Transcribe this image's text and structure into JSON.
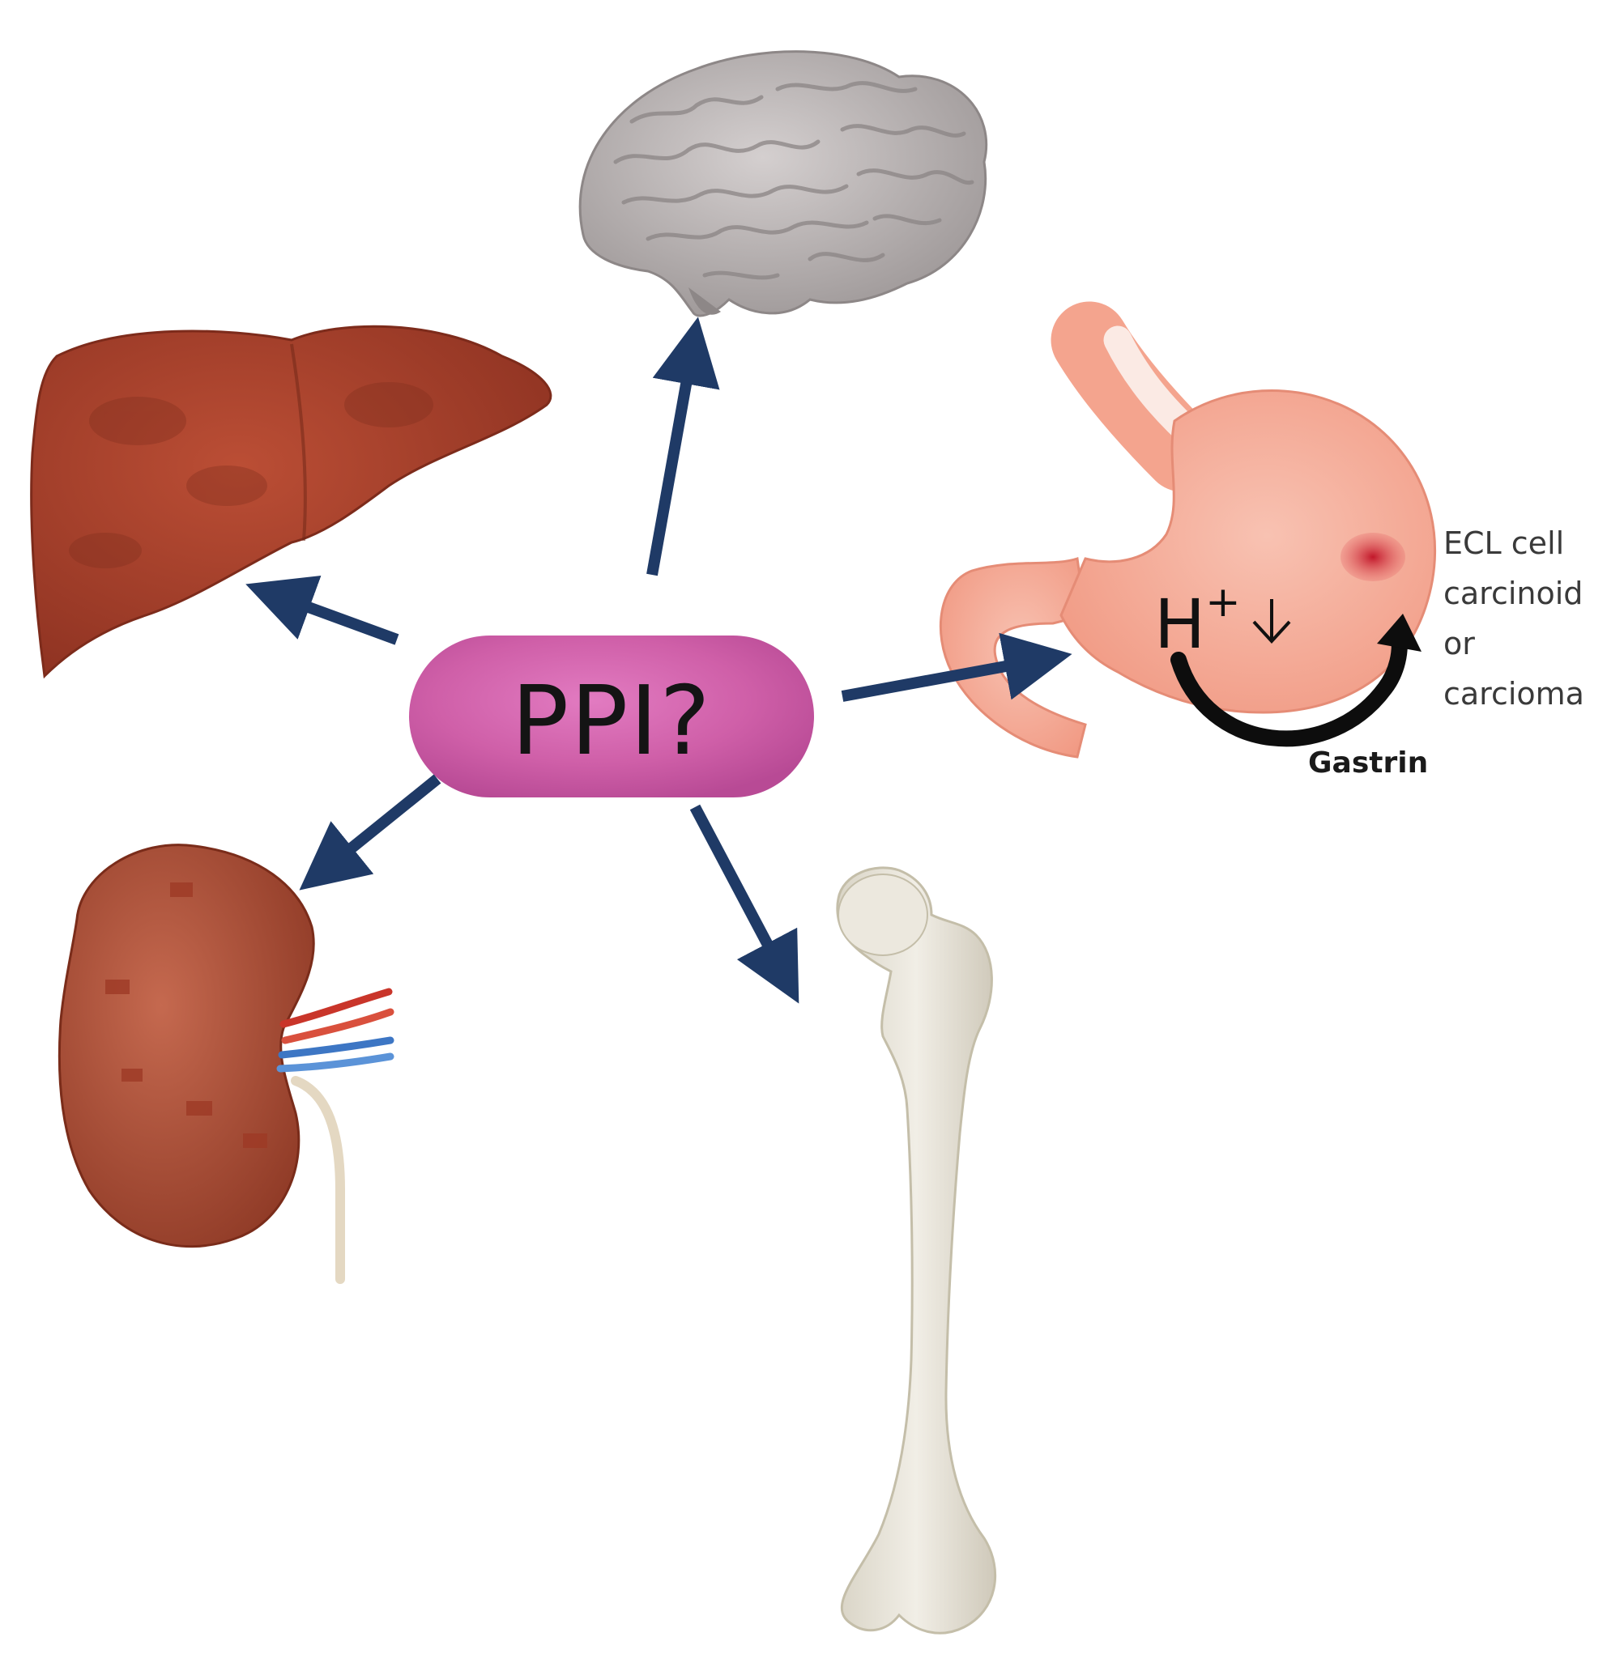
{
  "center": {
    "label": "PPI?"
  },
  "stomach": {
    "acid_label": "H",
    "acid_superscript": "+",
    "ecl_lines": [
      "ECL cell",
      "carcinoid or",
      "carcioma"
    ],
    "gastrin_label": "Gastrin"
  },
  "organs": [
    "brain-illustration",
    "liver-illustration",
    "stomach-illustration",
    "kidney-illustration",
    "femur-illustration"
  ],
  "colors": {
    "arrow": "#1f3a66",
    "pill": "#cf5fa8",
    "liver": "#a8402a",
    "stomach": "#f6b3a0",
    "brain": "#b8b2b2",
    "kidney": "#b7553c",
    "bone": "#e6e2d7"
  }
}
